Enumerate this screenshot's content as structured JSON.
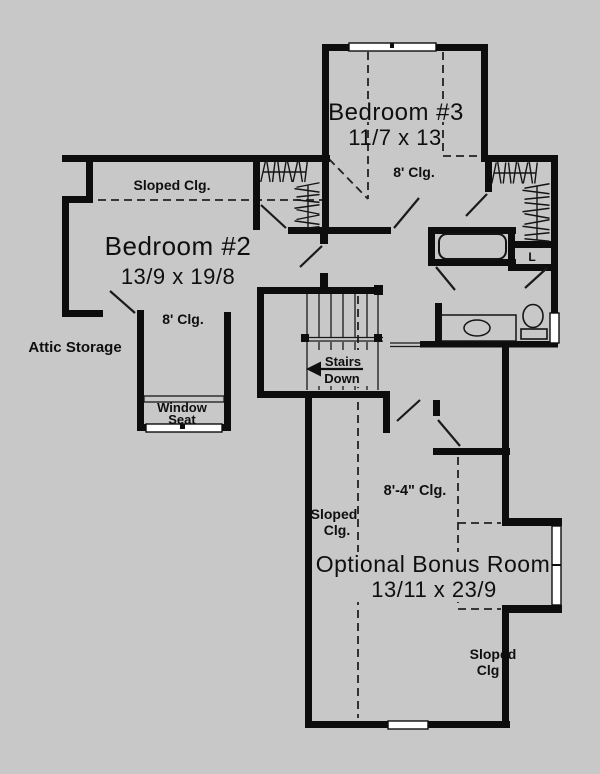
{
  "colors": {
    "background": "#c8c8c8",
    "wall_ink": "#0d0d0d",
    "window_fill": "#ffffff"
  },
  "plan": {
    "bedroom2": {
      "name": "Bedroom #2",
      "dims": "13/9 x 19/8",
      "ceiling": "8' Clg.",
      "sloped_ceiling": "Sloped Clg."
    },
    "bedroom3": {
      "name": "Bedroom #3",
      "dims": "11/7 x 13",
      "ceiling": "8' Clg."
    },
    "bonus_room": {
      "name": "Optional Bonus Room",
      "dims": "13/11 x 23/9",
      "ceiling": "8'-4\" Clg.",
      "sloped_left_line1": "Sloped",
      "sloped_left_line2": "Clg.",
      "sloped_right_line1": "Sloped",
      "sloped_right_line2": "Clg"
    },
    "attic_storage_label": "Attic Storage",
    "window_seat_line1": "Window",
    "window_seat_line2": "Seat",
    "stairs_line1": "Stairs",
    "stairs_line2": "Down",
    "linen_closet_label": "L"
  }
}
